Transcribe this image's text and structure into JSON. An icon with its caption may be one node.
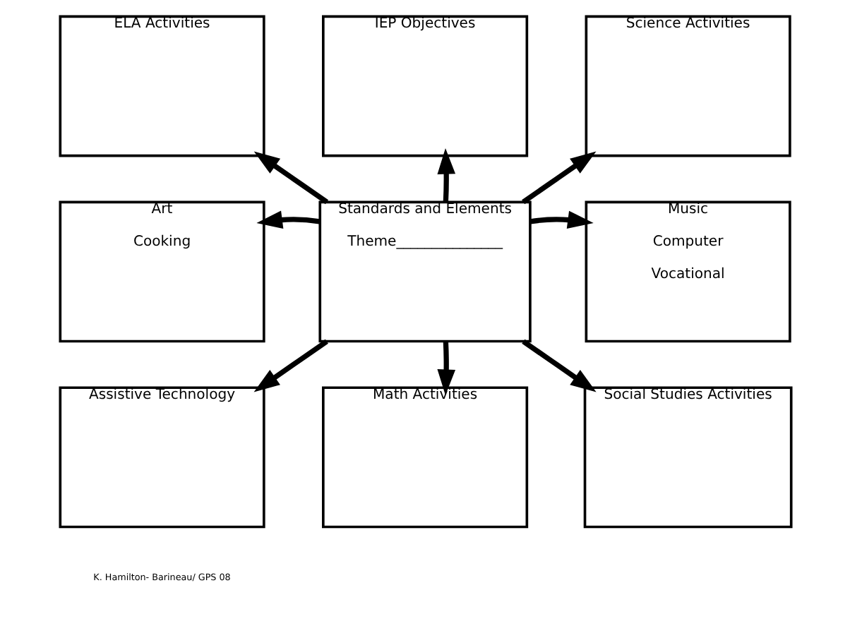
{
  "diagram": {
    "nodes": [
      {
        "text": [
          "ELA Activities"
        ]
      },
      {
        "text": [
          "IEP Objectives"
        ]
      },
      {
        "text": [
          "Science Activities"
        ]
      },
      {
        "text": [
          "Art",
          "Cooking"
        ]
      },
      {
        "text": [
          "Standards and Elements",
          "Theme_______________"
        ]
      },
      {
        "text": [
          "Music",
          "Computer",
          "Vocational"
        ]
      },
      {
        "text": [
          "Assistive Technology"
        ]
      },
      {
        "text": [
          "Math Activities"
        ]
      },
      {
        "text": [
          "Social Studies Activities"
        ]
      }
    ],
    "edges": [
      {
        "from": 4,
        "to": 0,
        "arrow": "to"
      },
      {
        "from": 4,
        "to": 1,
        "arrow": "to"
      },
      {
        "from": 4,
        "to": 2,
        "arrow": "to"
      },
      {
        "from": 4,
        "to": 3,
        "arrow": "to"
      },
      {
        "from": 4,
        "to": 5,
        "arrow": "to"
      },
      {
        "from": 4,
        "to": 6,
        "arrow": "to"
      },
      {
        "from": 4,
        "to": 7,
        "arrow": "to"
      },
      {
        "from": 4,
        "to": 8,
        "arrow": "to"
      }
    ],
    "labels": [
      "K. Hamilton- Barineau/ GPS 08"
    ]
  }
}
